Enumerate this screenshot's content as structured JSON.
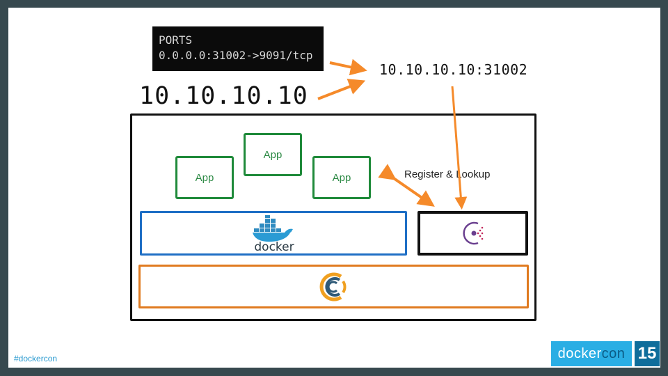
{
  "terminal": {
    "header": "PORTS",
    "mapping": "0.0.0.0:31002->9091/tcp"
  },
  "service_address": "10.10.10.10:31002",
  "host_ip": "10.10.10.10",
  "apps": [
    {
      "label": "App"
    },
    {
      "label": "App"
    },
    {
      "label": "App"
    }
  ],
  "layers": {
    "docker": {
      "logo": "docker-logo",
      "text": "docker"
    },
    "consul": {
      "logo": "consul-logo"
    },
    "os": {
      "logo": "coreos-like-logo"
    }
  },
  "register_label": "Register & Lookup",
  "footer": {
    "hashtag": "#dockercon",
    "brand_docker": "docker",
    "brand_con": "con",
    "year": "15"
  },
  "colors": {
    "background": "#37494f",
    "app": "#1f8a3a",
    "docker": "#1f6fc5",
    "os": "#e07b20",
    "arrow": "#f58a2a",
    "brand": "#2aaee4"
  }
}
